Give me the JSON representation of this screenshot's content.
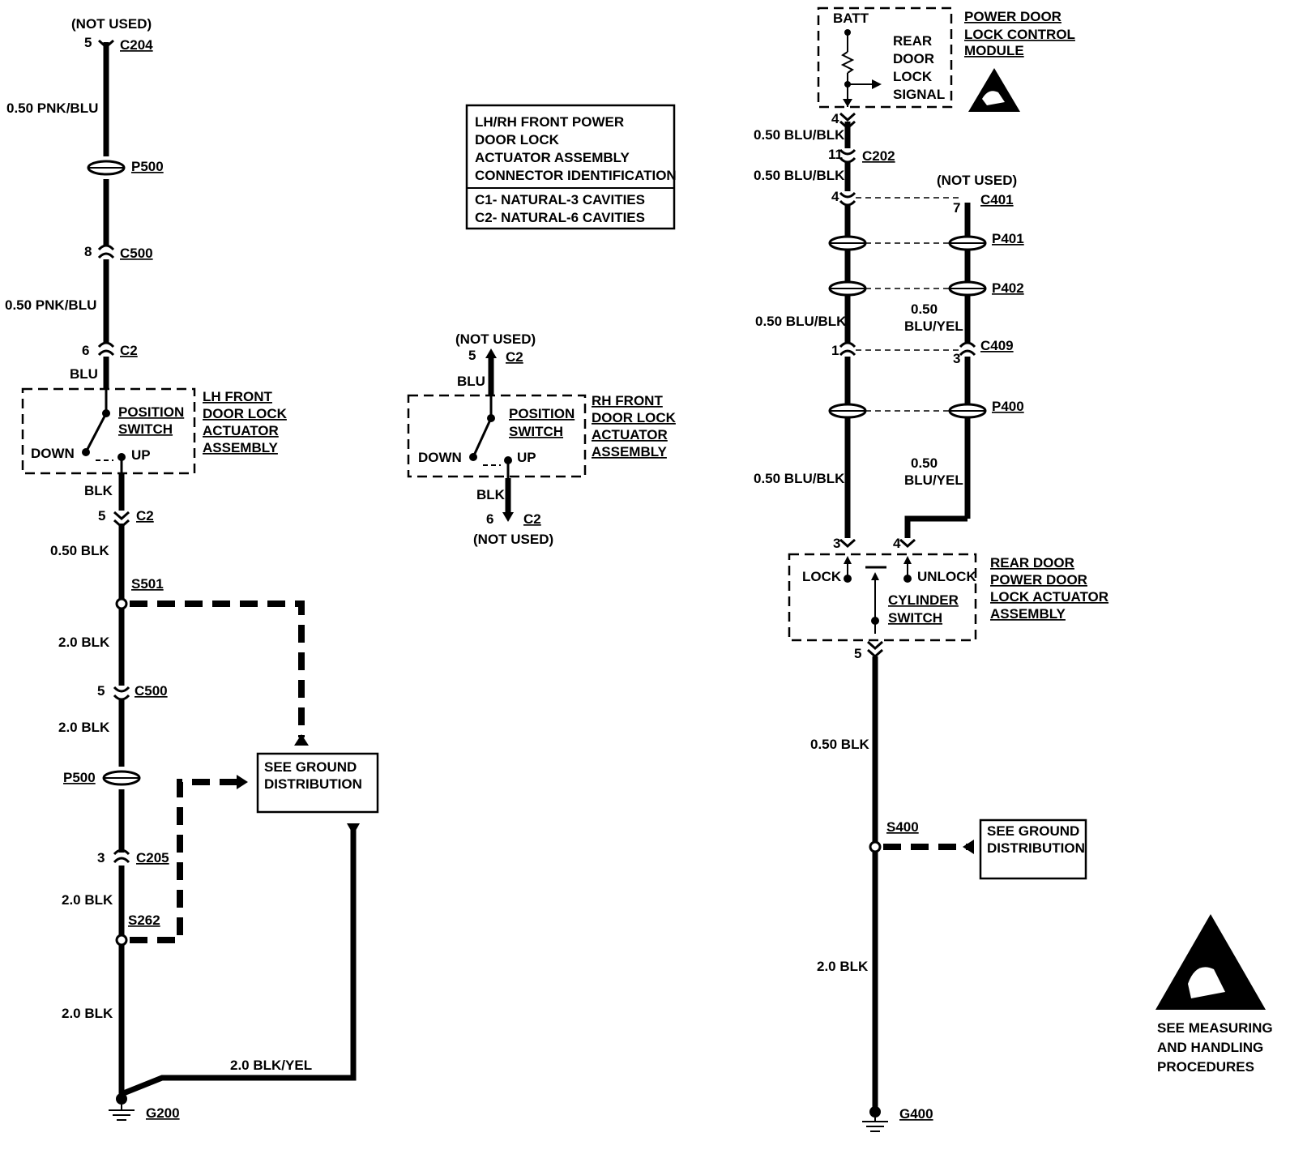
{
  "left_circuit": {
    "not_used_top": "(NOT USED)",
    "c204_pin": "5",
    "c204": "C204",
    "wire_pnk_blu_1": "0.50 PNK/BLU",
    "p500_top": "P500",
    "c500_pin_top": "8",
    "c500_top": "C500",
    "wire_pnk_blu_2": "0.50 PNK/BLU",
    "c2_pin_6": "6",
    "c2_a": "C2",
    "wire_blu": "BLU",
    "position_switch_1": "POSITION",
    "position_switch_2": "SWITCH",
    "down": "DOWN",
    "up": "UP",
    "actuator_1": "LH FRONT",
    "actuator_2": "DOOR LOCK",
    "actuator_3": "ACTUATOR",
    "actuator_4": "ASSEMBLY",
    "wire_blk": "BLK",
    "c2_pin_5": "5",
    "c2_b": "C2",
    "wire_050_blk": "0.50 BLK",
    "s501": "S501",
    "wire_20_blk_1": "2.0 BLK",
    "c500_pin_bottom": "5",
    "c500_bottom": "C500",
    "wire_20_blk_2": "2.0 BLK",
    "p500_bottom": "P500",
    "c205_pin": "3",
    "c205": "C205",
    "wire_20_blk_3": "2.0 BLK",
    "s262": "S262",
    "wire_20_blk_4": "2.0 BLK",
    "wire_blk_yel": "2.0 BLK/YEL",
    "g200": "G200",
    "ground_dist_1": "SEE GROUND",
    "ground_dist_2": "DISTRIBUTION"
  },
  "legend_box": {
    "line1": "LH/RH FRONT POWER",
    "line2": "DOOR LOCK",
    "line3": "ACTUATOR ASSEMBLY",
    "line4": "CONNECTOR IDENTIFICATION",
    "c1": "C1- NATURAL-3 CAVITIES",
    "c2": "C2- NATURAL-6 CAVITIES"
  },
  "middle_circuit": {
    "not_used_top": "(NOT USED)",
    "c2_pin_5": "5",
    "c2_top": "C2",
    "wire_blu": "BLU",
    "position_switch_1": "POSITION",
    "position_switch_2": "SWITCH",
    "down": "DOWN",
    "up": "UP",
    "actuator_1": "RH FRONT",
    "actuator_2": "DOOR LOCK",
    "actuator_3": "ACTUATOR",
    "actuator_4": "ASSEMBLY",
    "wire_blk": "BLK",
    "c2_pin_6": "6",
    "c2_bottom": "C2",
    "not_used_bottom": "(NOT USED)"
  },
  "right_circuit": {
    "batt": "BATT",
    "signal_1": "REAR",
    "signal_2": "DOOR",
    "signal_3": "LOCK",
    "signal_4": "SIGNAL",
    "module_1": "POWER DOOR",
    "module_2": "LOCK CONTROL",
    "module_3": "MODULE",
    "pin_4_top": "4",
    "wire_blu_blk_1": "0.50 BLU/BLK",
    "c202_pin": "11",
    "c202": "C202",
    "wire_blu_blk_2": "0.50 BLU/BLK",
    "pin_4_c401": "4",
    "not_used": "(NOT USED)",
    "c401_pin": "7",
    "c401": "C401",
    "p401": "P401",
    "p402": "P402",
    "wire_blu_blk_3": "0.50 BLU/BLK",
    "wire_blu_yel_1a": "0.50",
    "wire_blu_yel_1b": "BLU/YEL",
    "c409_pin_left": "1",
    "c409_pin_right": "3",
    "c409": "C409",
    "p400": "P400",
    "wire_blu_blk_4": "0.50 BLU/BLK",
    "wire_blu_yel_2a": "0.50",
    "wire_blu_yel_2b": "BLU/YEL",
    "pin_3": "3",
    "pin_4": "4",
    "lock": "LOCK",
    "unlock": "UNLOCK",
    "cylinder_1": "CYLINDER",
    "cylinder_2": "SWITCH",
    "actuator_1": "REAR DOOR",
    "actuator_2": "POWER DOOR",
    "actuator_3": "LOCK ACTUATOR",
    "actuator_4": "ASSEMBLY",
    "pin_5": "5",
    "wire_050_blk": "0.50 BLK",
    "s400": "S400",
    "ground_dist_1": "SEE GROUND",
    "ground_dist_2": "DISTRIBUTION",
    "wire_20_blk": "2.0 BLK",
    "g400": "G400"
  },
  "esd_notice": {
    "line1": "SEE MEASURING",
    "line2": "AND HANDLING",
    "line3": "PROCEDURES"
  }
}
